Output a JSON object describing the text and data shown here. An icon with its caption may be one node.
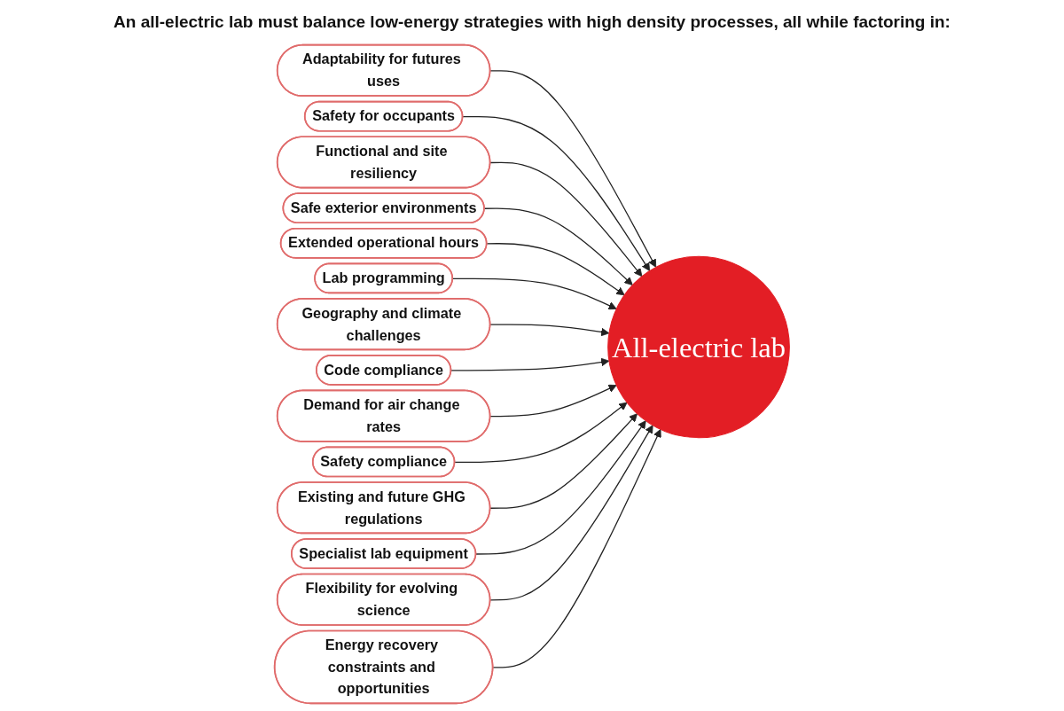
{
  "diagram": {
    "title": "An all-electric lab must balance low-energy strategies with high density processes, all while factoring in:",
    "nodes": [
      {
        "text": [
          "Adaptability for futures uses"
        ]
      },
      {
        "text": [
          "Safety for occupants"
        ]
      },
      {
        "text": [
          "Functional and site resiliency"
        ]
      },
      {
        "text": [
          "Safe exterior environments"
        ]
      },
      {
        "text": [
          "Extended operational hours"
        ]
      },
      {
        "text": [
          "Lab programming"
        ]
      },
      {
        "text": [
          "All-electric lab"
        ]
      },
      {
        "text": [
          "Geography and climate challenges"
        ]
      },
      {
        "text": [
          "Code compliance"
        ]
      },
      {
        "text": [
          "Demand for air change rates"
        ]
      },
      {
        "text": [
          "Safety compliance"
        ]
      },
      {
        "text": [
          "Existing and future GHG regulations"
        ]
      },
      {
        "text": [
          "Specialist lab equipment"
        ]
      },
      {
        "text": [
          "Flexibility for evolving science"
        ]
      },
      {
        "text": [
          "Energy recovery constraints and opportunities"
        ]
      }
    ],
    "edges": [
      {
        "from": 0,
        "to": 6,
        "arrow": "to"
      },
      {
        "from": 1,
        "to": 6,
        "arrow": "to"
      },
      {
        "from": 2,
        "to": 6,
        "arrow": "to"
      },
      {
        "from": 3,
        "to": 6,
        "arrow": "to"
      },
      {
        "from": 4,
        "to": 6,
        "arrow": "to"
      },
      {
        "from": 5,
        "to": 6,
        "arrow": "to"
      },
      {
        "from": 7,
        "to": 6,
        "arrow": "to"
      },
      {
        "from": 8,
        "to": 6,
        "arrow": "to"
      },
      {
        "from": 9,
        "to": 6,
        "arrow": "to"
      },
      {
        "from": 10,
        "to": 6,
        "arrow": "to"
      },
      {
        "from": 11,
        "to": 6,
        "arrow": "to"
      },
      {
        "from": 12,
        "to": 6,
        "arrow": "to"
      },
      {
        "from": 13,
        "to": 6,
        "arrow": "to"
      },
      {
        "from": 14,
        "to": 6,
        "arrow": "to"
      }
    ]
  }
}
